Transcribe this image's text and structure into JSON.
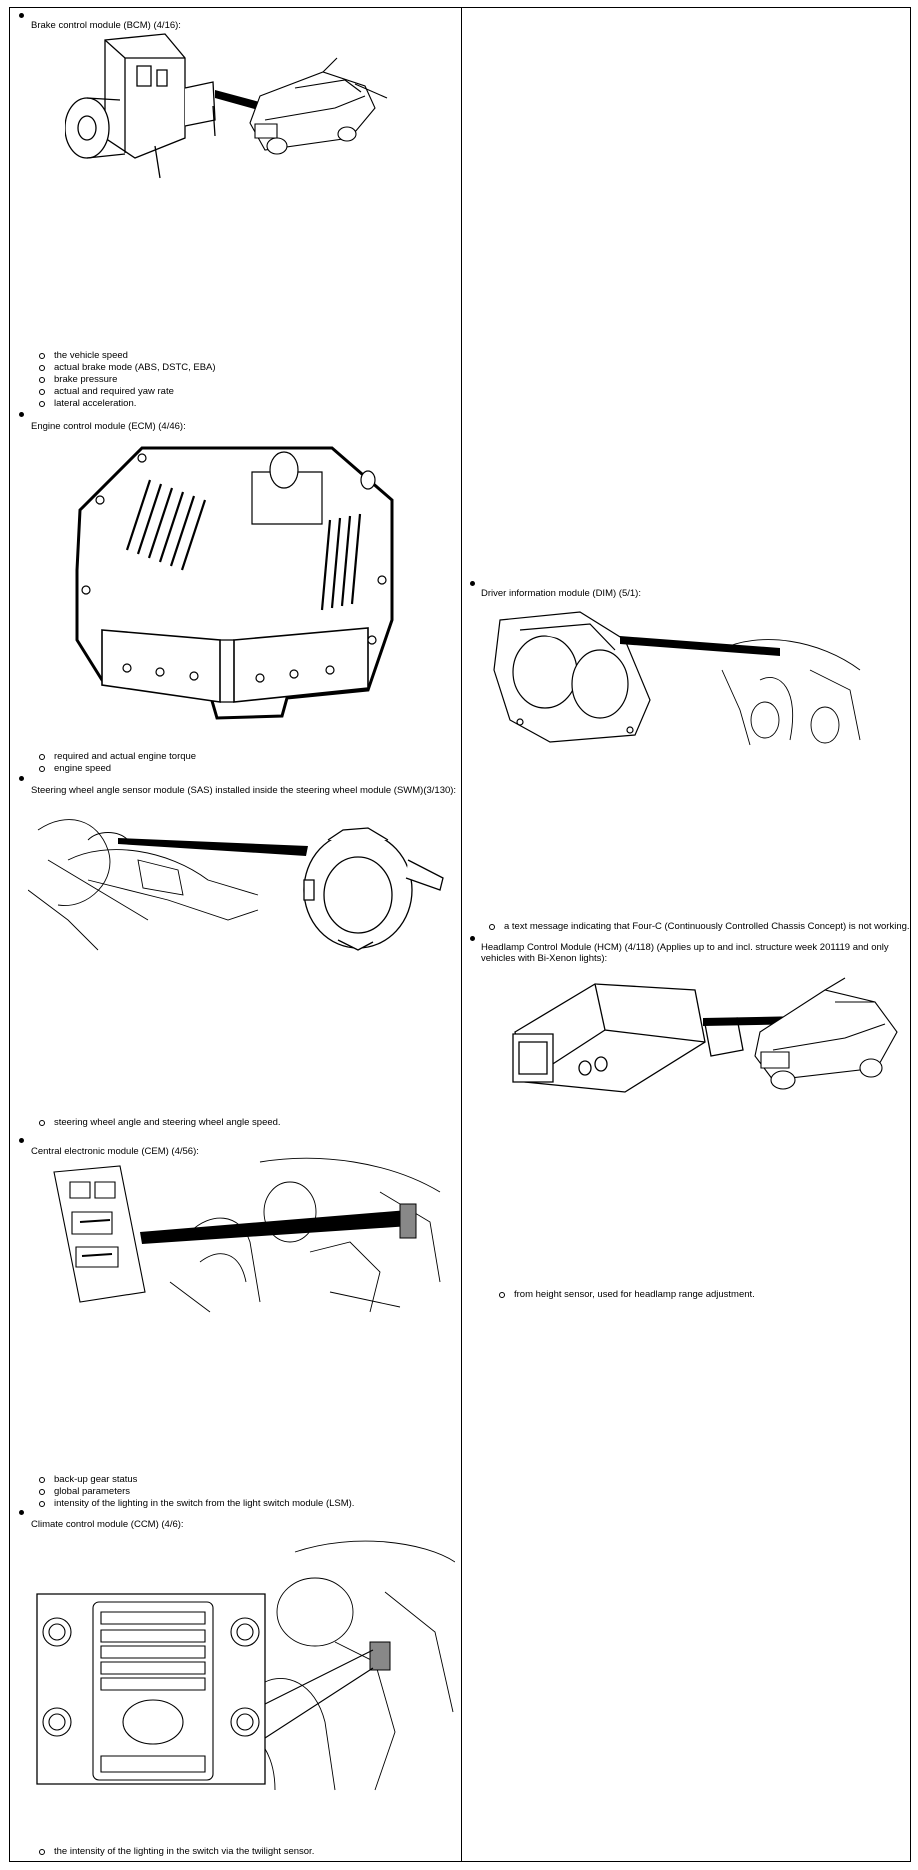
{
  "sections": [
    {
      "title": "Brake control module (BCM) (4/16):",
      "figure": "brake-control-module-illustration",
      "items": [
        "the vehicle speed",
        "actual brake mode (ABS, DSTC, EBA)",
        "brake pressure",
        "actual and required yaw rate",
        "lateral acceleration."
      ]
    },
    {
      "title": "Engine control module (ECM) (4/46):",
      "figure": "engine-control-module-illustration",
      "items": [
        "required and actual engine torque",
        "engine speed"
      ]
    },
    {
      "title": "Steering wheel angle sensor module (SAS) installed inside the steering wheel module (SWM)(3/130):",
      "figure": "steering-angle-sensor-illustration",
      "items": [
        "steering wheel angle and steering wheel angle speed."
      ]
    },
    {
      "title": "Central electronic module (CEM) (4/56):",
      "figure": "central-electronic-module-illustration",
      "items": [
        "back-up gear status",
        "global parameters",
        "intensity of the lighting in the switch from the light switch module (LSM)."
      ]
    },
    {
      "title": "Climate control module (CCM) (4/6):",
      "figure": "climate-control-module-illustration",
      "items": [
        "the intensity of the lighting in the switch via the twilight sensor."
      ]
    },
    {
      "title": "Driver information module (DIM) (5/1):",
      "figure": "driver-information-module-illustration",
      "items": [
        "a text message indicating that Four-C (Continuously Controlled Chassis Concept) is not working."
      ]
    },
    {
      "title": "Headlamp Control Module (HCM) (4/118) (Applies up to and incl. structure week 201119 and only vehicles with Bi-Xenon lights):",
      "figure": "headlamp-control-module-illustration",
      "items": [
        "from height sensor, used for headlamp range adjustment."
      ]
    }
  ]
}
